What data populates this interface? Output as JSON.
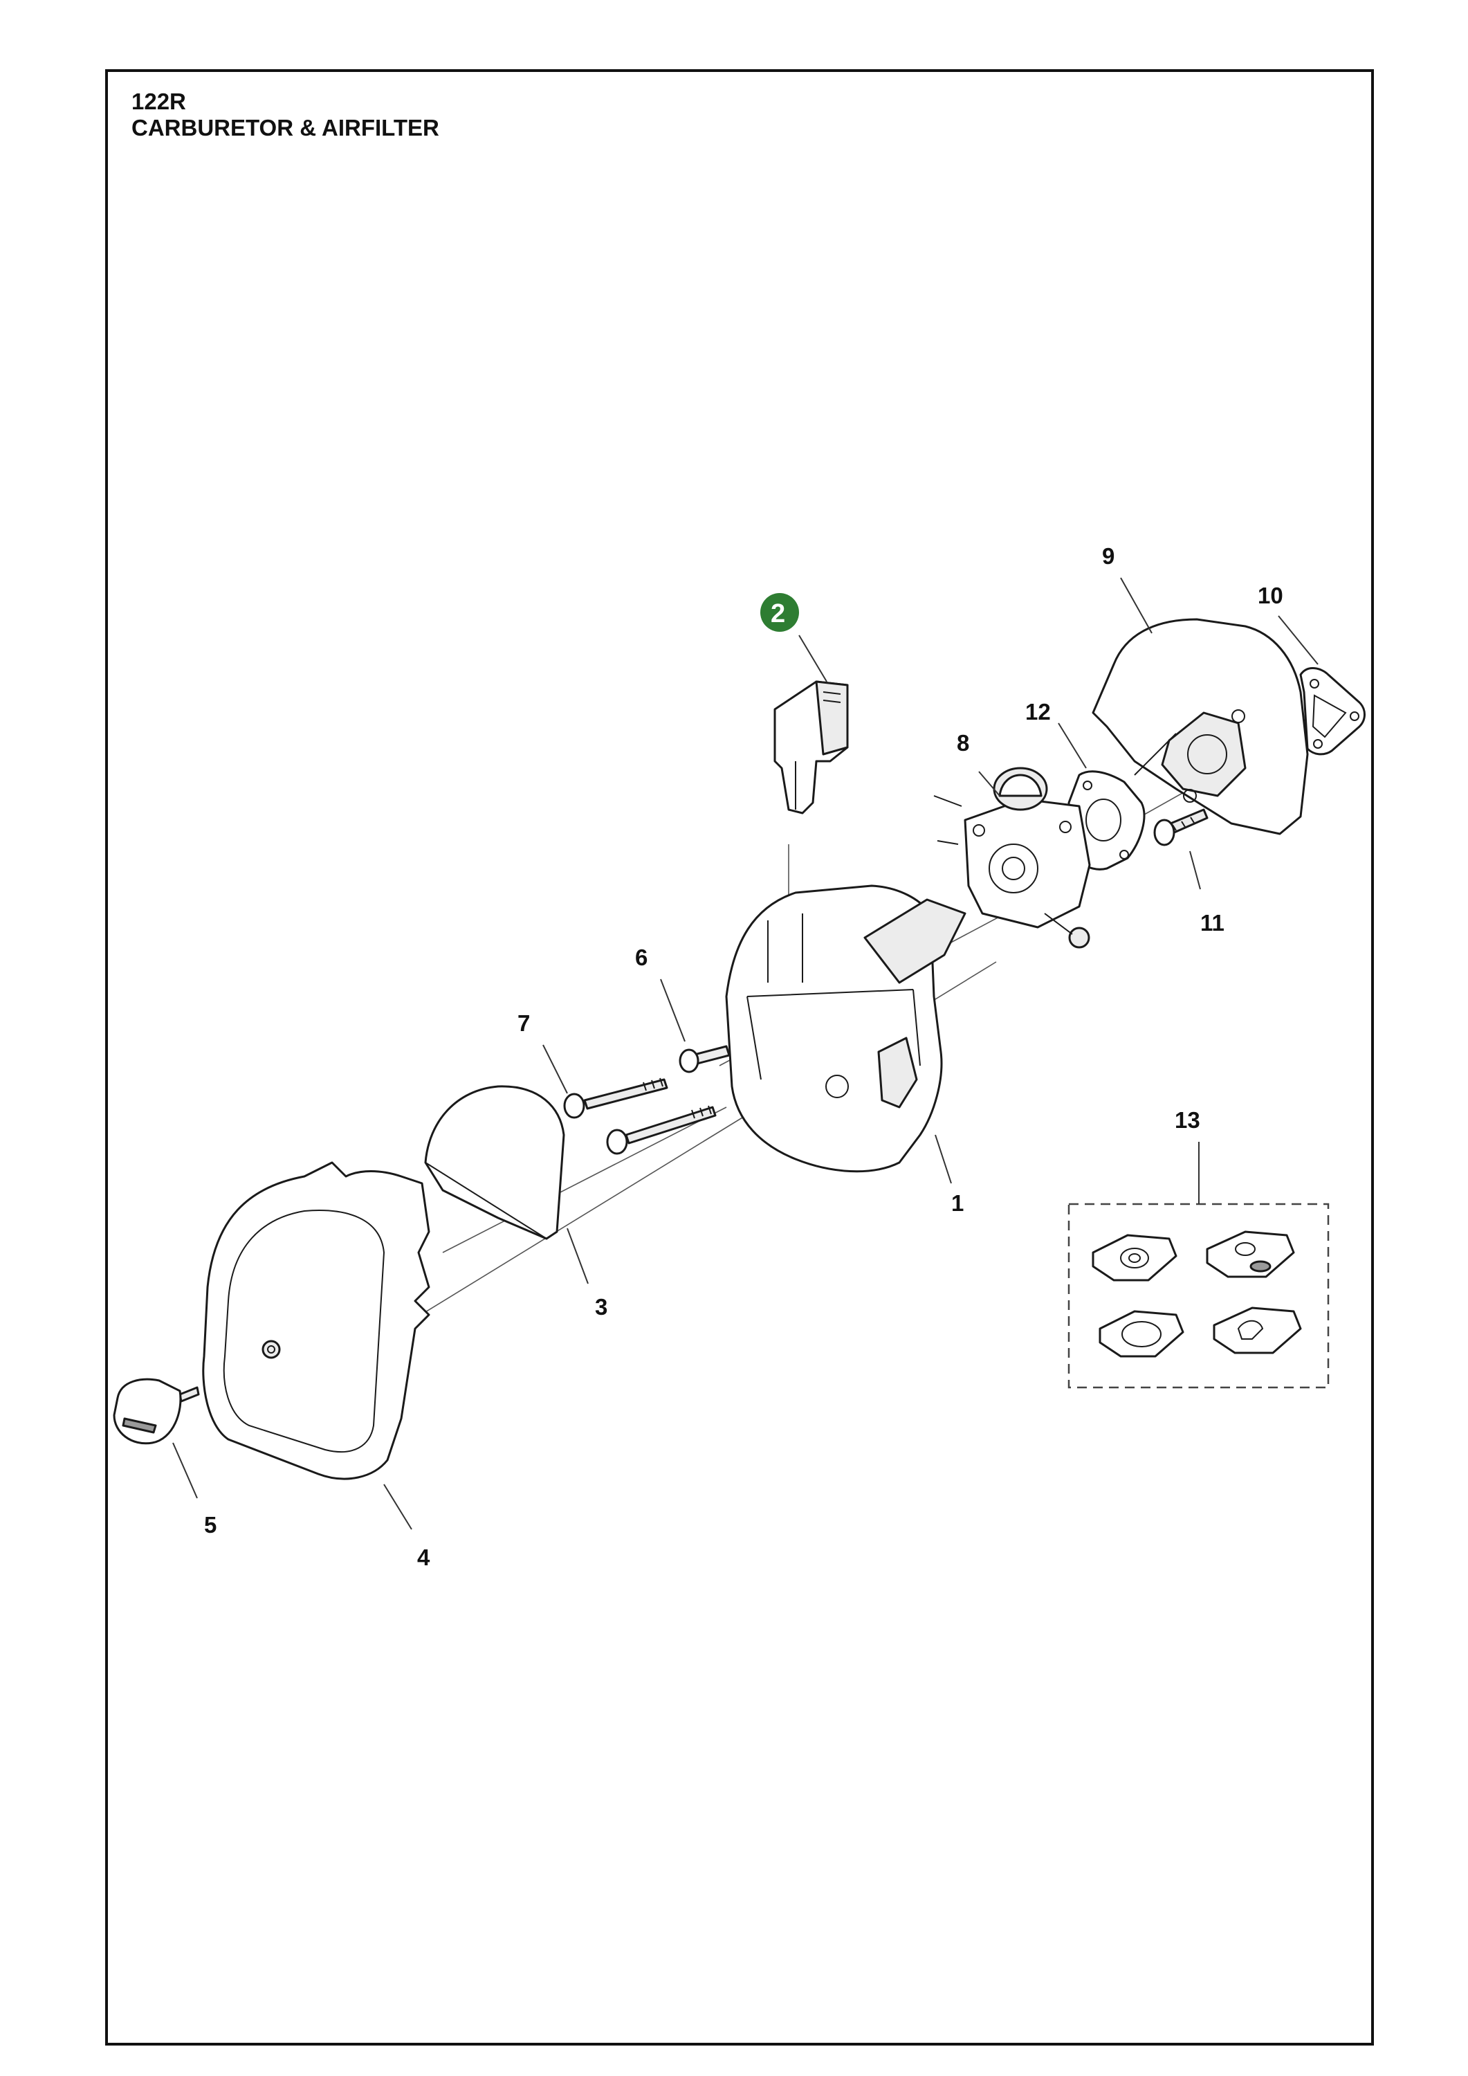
{
  "header": {
    "model": "122R",
    "section_title": "CARBURETOR & AIRFILTER"
  },
  "callouts": {
    "p1": "1",
    "p2": "2",
    "p3": "3",
    "p4": "4",
    "p5": "5",
    "p6": "6",
    "p7": "7",
    "p8": "8",
    "p9": "9",
    "p10": "10",
    "p11": "11",
    "p12": "12",
    "p13": "13"
  },
  "colors": {
    "badge": "#2e7d32",
    "line": "#1a1a1a",
    "part_fill": "#ececec"
  }
}
